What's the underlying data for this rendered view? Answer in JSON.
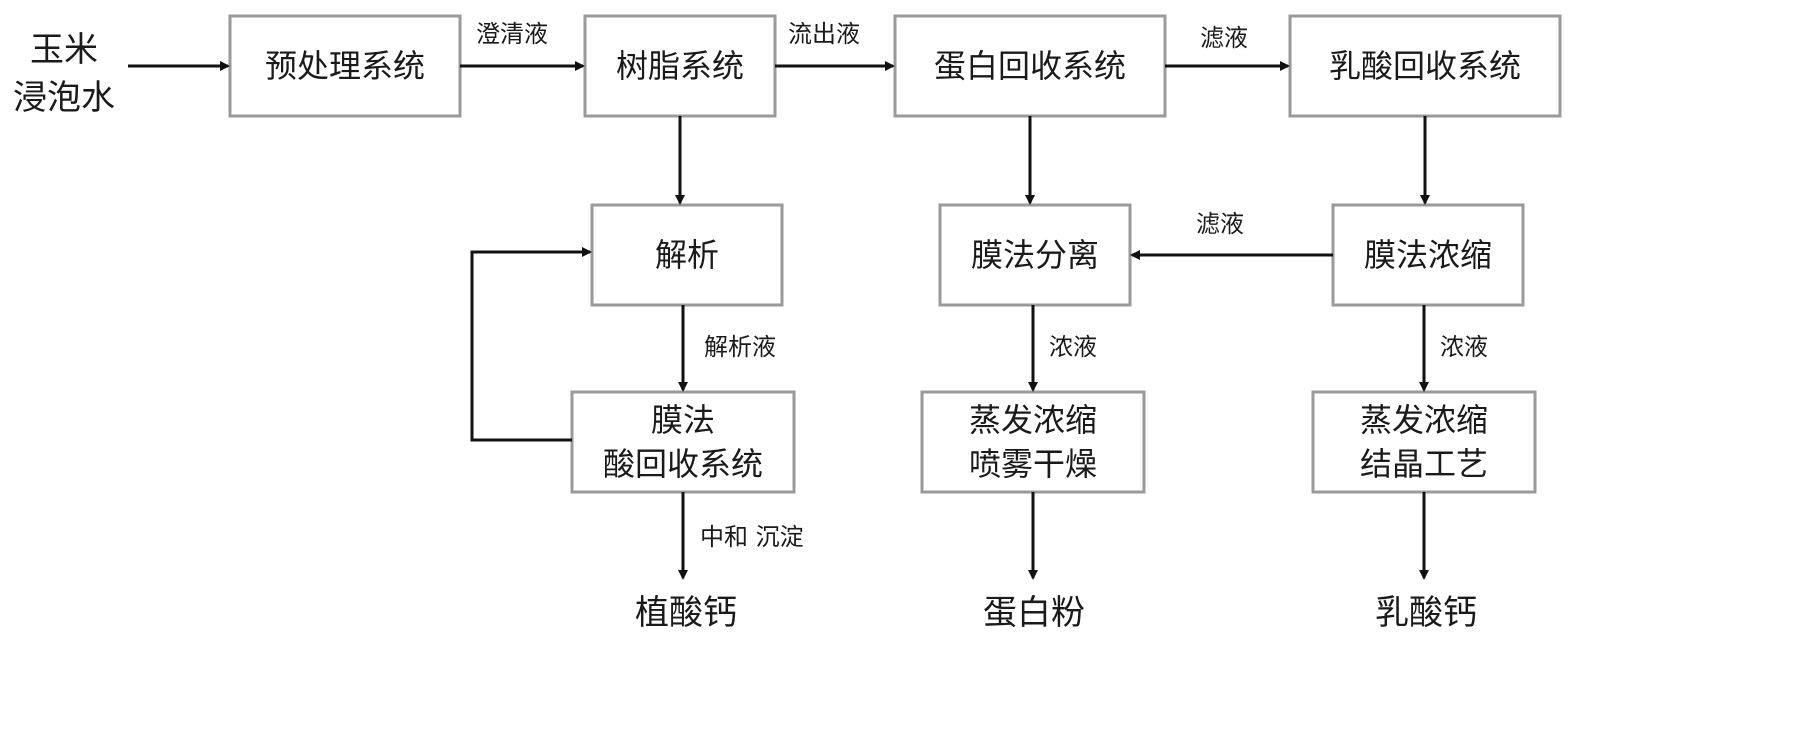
{
  "colors": {
    "box_border": "#9a9a9a",
    "arrow": "#111111",
    "text": "#1a1a1a"
  },
  "input": {
    "line1": "玉米",
    "line2": "浸泡水"
  },
  "nodes": {
    "pretreatment": "预处理系统",
    "resin": "树脂系统",
    "protein_recovery": "蛋白回收系统",
    "lactic_recovery": "乳酸回收系统",
    "desorption": "解析",
    "membrane_separation": "膜法分离",
    "membrane_concentration": "膜法浓缩",
    "membrane_acid": {
      "line1": "膜法",
      "line2": "酸回收系统"
    },
    "evap_spray": {
      "line1": "蒸发浓缩",
      "line2": "喷雾干燥"
    },
    "evap_crystal": {
      "line1": "蒸发浓缩",
      "line2": "结晶工艺"
    }
  },
  "edge_labels": {
    "clarified_liquid": "澄清液",
    "effluent": "流出液",
    "filtrate_top": "滤液",
    "filtrate_mid": "滤液",
    "desorption_liquid": "解析液",
    "concentrate_mid": "浓液",
    "concentrate_right": "浓液",
    "neutralize_precipitate": "中和 沉淀"
  },
  "outputs": {
    "calcium_phytate": "植酸钙",
    "protein_powder": "蛋白粉",
    "calcium_lactate": "乳酸钙"
  }
}
